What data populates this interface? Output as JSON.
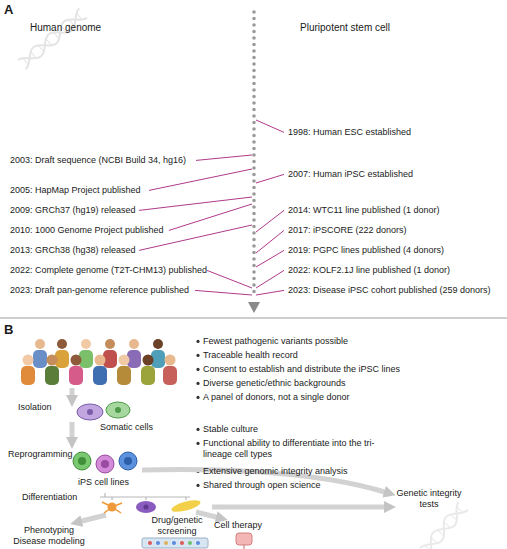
{
  "diagram": {
    "labels": [
      "A",
      "Human genome",
      "Pluripotent stem cell",
      "1998: Human ESC established",
      "2003: Draft sequence (NCBI Build 34, hg16)",
      "2007: Human iPSC established",
      "2005: HapMap Project published",
      "2009: GRCh37 (hg19) released",
      "2014: WTC11 line published (1 donor)",
      "2010: 1000 Genome Project published",
      "2017: iPSCORE (222 donors)",
      "2013: GRCh38 (hg38) released",
      "2019: PGPC lines published (4 donors)",
      "2022: Complete genome (T2T-CHM13) published",
      "2022: KOLF2.1J line published (1 donor)",
      "2023: Draft pan-genome reference published",
      "2023: Disease iPSC cohort published (259 donors)",
      "B",
      "Fewest pathogenic variants possible",
      "Traceable health record",
      "Consent to establish and distribute the iPSC lines",
      "Diverse genetic/ethnic backgrounds",
      "A panel of donors, not a single donor",
      "Isolation",
      "Somatic cells",
      "Reprogramming",
      "Stable culture",
      "Functional ability to differentiate into the tri-lineage cell types",
      "iPS cell lines",
      "Extensive genomic integrity analysis",
      "Shared through open science",
      "Differentiation",
      "Genetic integrity tests",
      "Drug/genetic screening",
      "Phenotyping Disease modeling",
      "Cell therapy"
    ]
  }
}
